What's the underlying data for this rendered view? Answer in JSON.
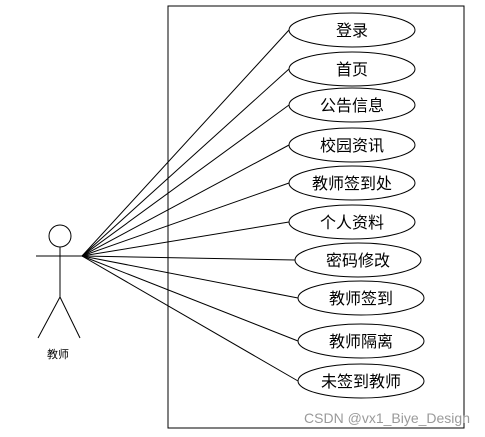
{
  "actor": {
    "name": "教师"
  },
  "use_cases": [
    {
      "label": "登录"
    },
    {
      "label": "首页"
    },
    {
      "label": "公告信息"
    },
    {
      "label": "校园资讯"
    },
    {
      "label": "教师签到处"
    },
    {
      "label": "个人资料"
    },
    {
      "label": "密码修改"
    },
    {
      "label": "教师签到"
    },
    {
      "label": "教师隔离"
    },
    {
      "label": "未签到教师"
    }
  ],
  "watermark": "CSDN @vx1_Biye_Design",
  "colors": {
    "stroke": "#000000",
    "background": "#ffffff",
    "watermark": "#9a9a9a"
  }
}
